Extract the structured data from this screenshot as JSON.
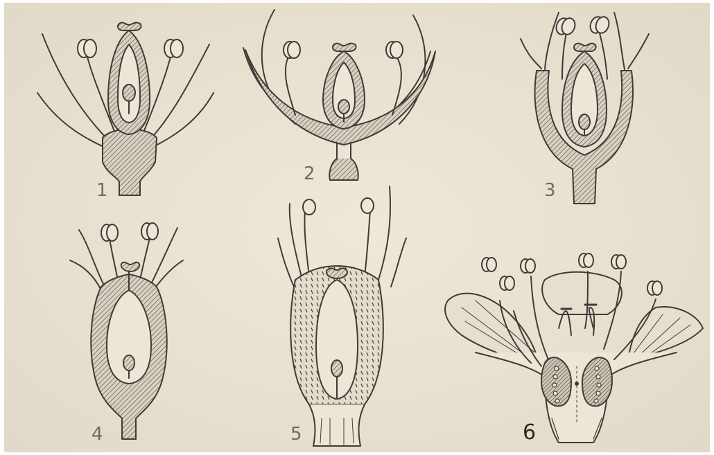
{
  "plate": {
    "background": "#e9e2d2",
    "ink": "#3e3b37",
    "hatch": "#6b6661"
  },
  "figures": [
    {
      "label": "1"
    },
    {
      "label": "2"
    },
    {
      "label": "3"
    },
    {
      "label": "4"
    },
    {
      "label": "5"
    },
    {
      "label": "6"
    }
  ]
}
